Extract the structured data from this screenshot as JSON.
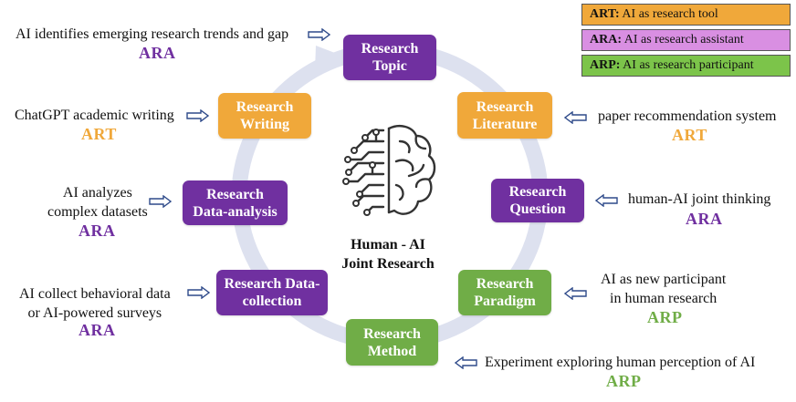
{
  "legend": [
    {
      "code": "ART:",
      "text": " AI as research tool",
      "color": "#f0a83a"
    },
    {
      "code": "ARA:",
      "text": " AI as research assistant",
      "color": "#d98fe2"
    },
    {
      "code": "ARP:",
      "text": " AI as research participant",
      "color": "#7cc44a"
    }
  ],
  "center": {
    "line1": "Human - AI",
    "line2": "Joint Research"
  },
  "stages": {
    "topic": {
      "line1": "Research",
      "line2": "Topic",
      "category": "ARA",
      "note": [
        "AI identifies emerging research trends and gap"
      ]
    },
    "literature": {
      "line1": "Research",
      "line2": "Literature",
      "category": "ART",
      "note": [
        "paper recommendation system"
      ]
    },
    "question": {
      "line1": "Research",
      "line2": "Question",
      "category": "ARA",
      "note": [
        "human-AI joint thinking"
      ]
    },
    "paradigm": {
      "line1": "Research",
      "line2": "Paradigm",
      "category": "ARP",
      "note": [
        "AI as new participant",
        "in human research"
      ]
    },
    "method": {
      "line1": "Research",
      "line2": "Method",
      "category": "ARP",
      "note": [
        "Experiment exploring human perception of AI"
      ]
    },
    "datacollection": {
      "line1": "Research Data-",
      "line2": "collection",
      "category": "ARA",
      "note": [
        "AI collect behavioral data",
        "or AI-powered surveys"
      ]
    },
    "dataanalysis": {
      "line1": "Research",
      "line2": "Data-analysis",
      "category": "ARA",
      "note": [
        "AI analyzes",
        "complex datasets"
      ]
    },
    "writing": {
      "line1": "Research",
      "line2": "Writing",
      "category": "ART",
      "note": [
        "ChatGPT academic writing"
      ]
    }
  },
  "colors": {
    "ARA": "#7030a0",
    "ART": "#f0a83a",
    "ARP": "#70ad47",
    "ring": "#dde1ef"
  }
}
